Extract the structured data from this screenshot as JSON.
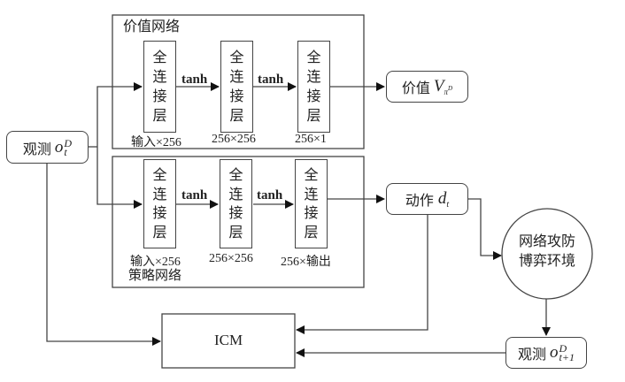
{
  "value_network": {
    "title": "价值网络",
    "layers": [
      {
        "chars": [
          "全",
          "连",
          "接",
          "层"
        ],
        "dim": "输入×256"
      },
      {
        "chars": [
          "全",
          "连",
          "接",
          "层"
        ],
        "dim": "256×256"
      },
      {
        "chars": [
          "全",
          "连",
          "接",
          "层"
        ],
        "dim": "256×1"
      }
    ],
    "activations": [
      "tanh",
      "tanh"
    ],
    "output": {
      "label": "价值",
      "symbol": "V",
      "subscript": "π",
      "sub_superscript": "D"
    }
  },
  "policy_network": {
    "title": "策略网络",
    "layers": [
      {
        "chars": [
          "全",
          "连",
          "接",
          "层"
        ],
        "dim": "输入×256"
      },
      {
        "chars": [
          "全",
          "连",
          "接",
          "层"
        ],
        "dim": "256×256"
      },
      {
        "chars": [
          "全",
          "连",
          "接",
          "层"
        ],
        "dim": "256×输出"
      }
    ],
    "activations": [
      "tanh",
      "tanh"
    ],
    "output": {
      "label": "动作",
      "symbol": "d",
      "subscript": "t"
    }
  },
  "observation": {
    "label": "观测",
    "symbol": "o",
    "subscript": "t",
    "superscript": "D"
  },
  "next_observation": {
    "label": "观测",
    "symbol": "o",
    "subscript": "t+1",
    "superscript": "D"
  },
  "environment": {
    "line1": "网络攻防",
    "line2": "博弈环境"
  },
  "icm": {
    "label": "ICM"
  },
  "colors": {
    "stroke": "#444444",
    "text": "#222222",
    "background": "#ffffff"
  }
}
